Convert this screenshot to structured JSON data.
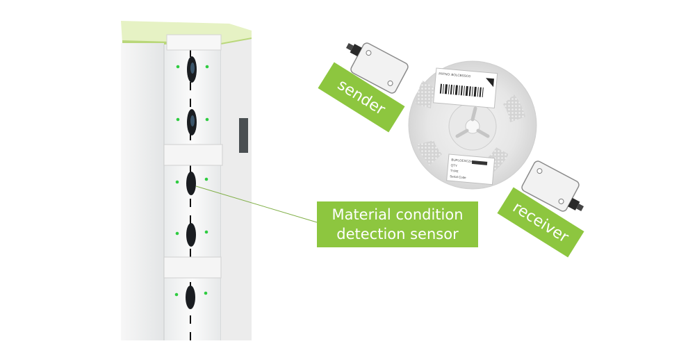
{
  "labels": {
    "main_callout_line1": "Material condition",
    "main_callout_line2": "detection sensor",
    "sender": "sender",
    "receiver": "receiver"
  },
  "colors": {
    "callout_green": "#8dc63f",
    "led_green": "#2ecc40",
    "tower_white": "#f4f5f5",
    "tower_top": "#e8f3c6"
  },
  "reel_label_text": {
    "top_line": "PRTNO: BOLCBSSCG",
    "small_label_1": "BUPLOESCZH",
    "small_label_2": "QTY",
    "small_label_3": "TYPE",
    "small_label_4": "Serial Code"
  }
}
